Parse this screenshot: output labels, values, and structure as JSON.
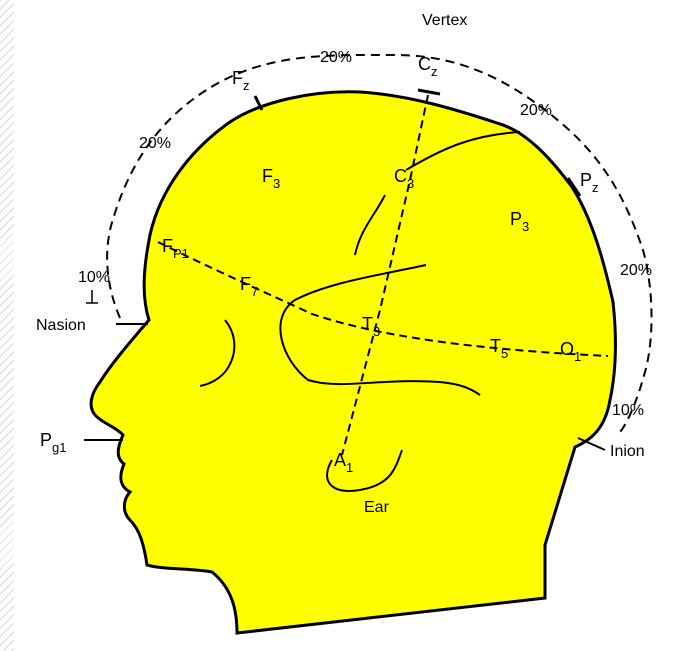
{
  "colors": {
    "head_fill": "#ffff00",
    "stroke": "#000000",
    "background": "#ffffff"
  },
  "landmarks": {
    "vertex": "Vertex",
    "nasion": "Nasion",
    "inion": "Inion",
    "ear": "Ear"
  },
  "percentages": {
    "front_upper": "20%",
    "top": "20%",
    "top_right": "20%",
    "back": "20%",
    "front_lower": "10%",
    "back_lower": "10%"
  },
  "electrodes": {
    "fz": {
      "base": "F",
      "sub": "z"
    },
    "cz": {
      "base": "C",
      "sub": "z"
    },
    "pz": {
      "base": "P",
      "sub": "z"
    },
    "f3": {
      "base": "F",
      "sub": "3"
    },
    "c3": {
      "base": "C",
      "sub": "3"
    },
    "p3": {
      "base": "P",
      "sub": "3"
    },
    "fp1": {
      "base": "F",
      "sub": "P1"
    },
    "f7": {
      "base": "F",
      "sub": "7"
    },
    "t3": {
      "base": "T",
      "sub": "3"
    },
    "t5": {
      "base": "T",
      "sub": "5"
    },
    "o1": {
      "base": "O",
      "sub": "1"
    },
    "a1": {
      "base": "A",
      "sub": "1"
    },
    "pg1": {
      "base": "P",
      "sub": "g1"
    }
  }
}
